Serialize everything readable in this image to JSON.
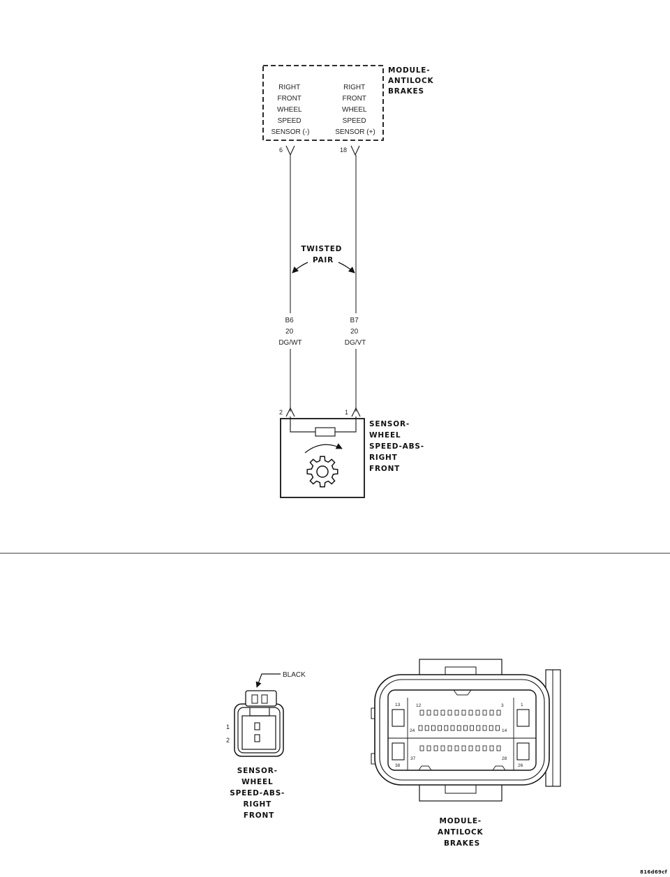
{
  "module": {
    "name_lines": [
      "MODULE-",
      "ANTILOCK",
      "BRAKES"
    ],
    "left_terminal_lines": [
      "RIGHT",
      "FRONT",
      "WHEEL",
      "SPEED",
      "SENSOR (-)"
    ],
    "right_terminal_lines": [
      "RIGHT",
      "FRONT",
      "WHEEL",
      "SPEED",
      "SENSOR (+)"
    ],
    "left_pin": "6",
    "right_pin": "18"
  },
  "twisted_pair": [
    "TWISTED",
    "PAIR"
  ],
  "wires": [
    {
      "circuit": "B6",
      "gauge": "20",
      "color": "DG/WT"
    },
    {
      "circuit": "B7",
      "gauge": "20",
      "color": "DG/VT"
    }
  ],
  "sensor": {
    "name_lines": [
      "SENSOR-",
      "WHEEL",
      "SPEED-ABS-",
      "RIGHT",
      "FRONT"
    ],
    "left_pin": "2",
    "right_pin": "1"
  },
  "connector_sensor": {
    "color_label": "BLACK",
    "pins": [
      "1",
      "2"
    ],
    "name_lines": [
      "SENSOR-",
      "WHEEL",
      "SPEED-ABS-",
      "RIGHT",
      "FRONT"
    ]
  },
  "connector_module": {
    "pin_numbers": [
      "13",
      "12",
      "3",
      "1",
      "24",
      "14",
      "37",
      "28",
      "38",
      "26"
    ],
    "name_lines": [
      "MODULE-",
      "ANTILOCK",
      "BRAKES"
    ]
  },
  "figure_id": "816d69cf"
}
